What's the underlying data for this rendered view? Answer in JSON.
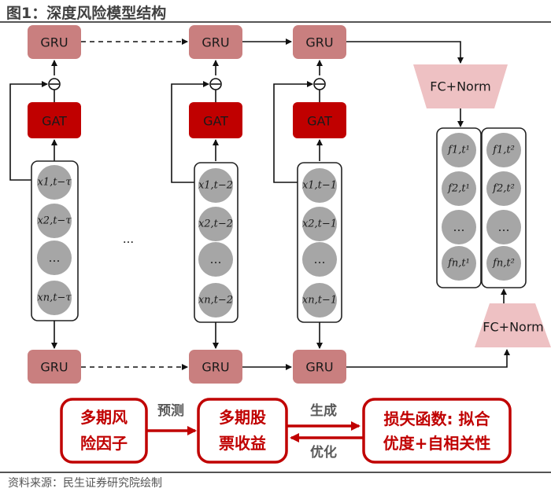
{
  "title": "图1：深度风险模型结构",
  "source": "资料来源：民生证券研究院绘制",
  "colors": {
    "gru": "#c97f7f",
    "gat": "#c00000",
    "fc_norm": "#eec1c3",
    "node": "#a6a6a6",
    "accent_red": "#c00000"
  },
  "blocks": {
    "gru": "GRU",
    "gat": "GAT",
    "fc_norm": "FC+Norm",
    "subtract_symbol": "−"
  },
  "columns": [
    {
      "nodes": [
        "x1,t−τ",
        "x2,t−τ",
        "…",
        "xn,t−τ"
      ]
    },
    {
      "nodes": [
        "x1,t−2",
        "x2,t−2",
        "…",
        "xn,t−2"
      ]
    },
    {
      "nodes": [
        "x1,t−1",
        "x2,t−1",
        "…",
        "xn,t−1"
      ]
    }
  ],
  "between_ellipsis": "···",
  "factor_columns": [
    {
      "nodes": [
        "f1,t¹",
        "f2,t¹",
        "…",
        "fn,t¹"
      ]
    },
    {
      "nodes": [
        "f1,t²",
        "f2,t²",
        "…",
        "fn,t²"
      ]
    }
  ],
  "flow": {
    "box1": [
      "多期风",
      "险因子"
    ],
    "arrow1_label": "预测",
    "box2": [
      "多期股",
      "票收益"
    ],
    "arrow2_label_top": "生成",
    "arrow2_label_bottom": "优化",
    "box3": [
      "损失函数: 拟合",
      "优度+自相关性"
    ]
  }
}
